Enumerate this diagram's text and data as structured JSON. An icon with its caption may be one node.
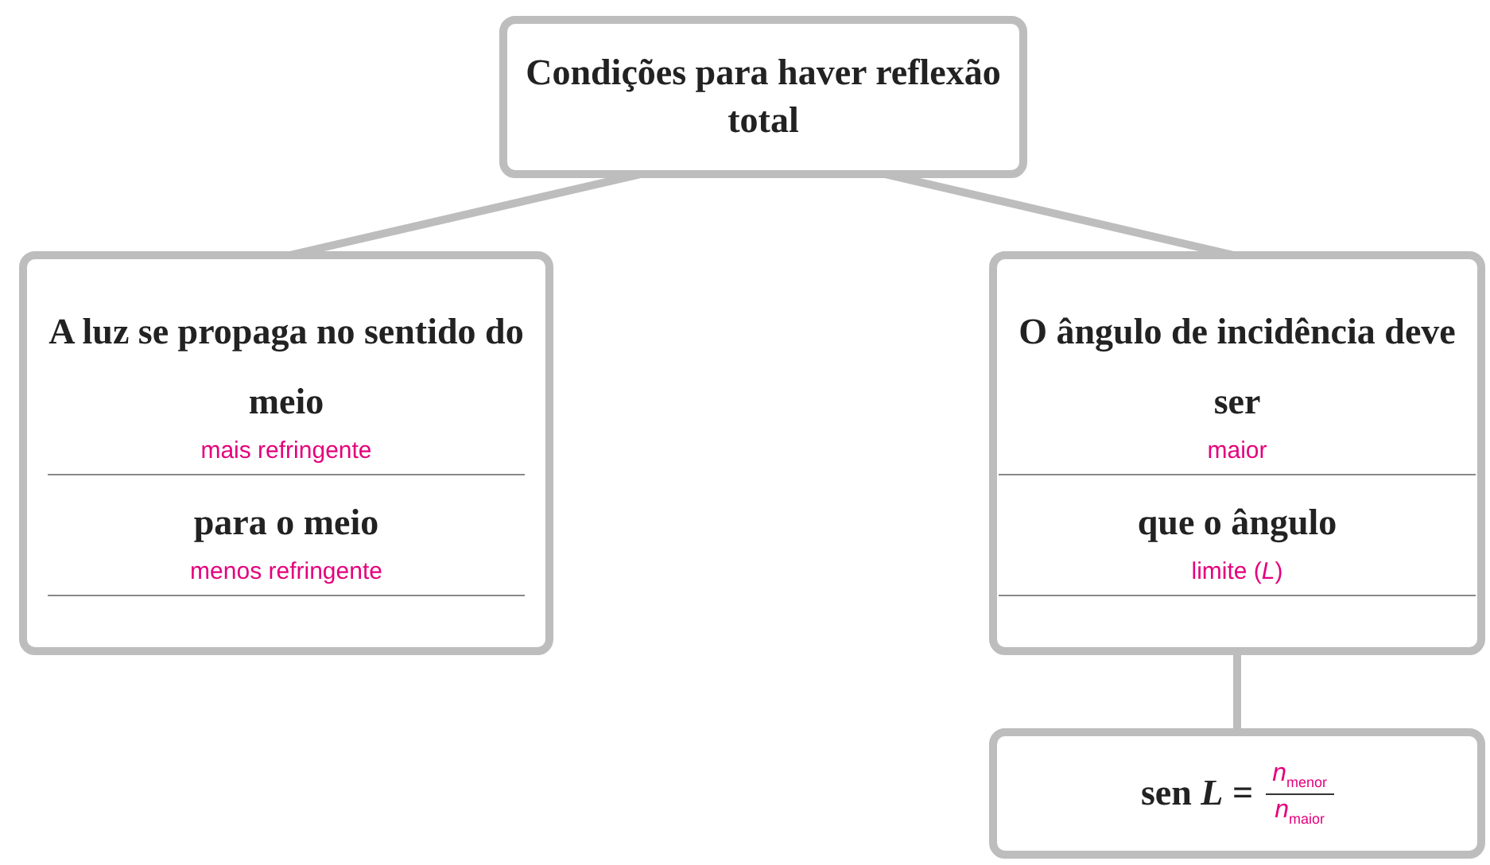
{
  "diagram": {
    "nodes": [
      {
        "text": [
          "Condições para haver reflexão total"
        ]
      },
      {
        "text": [
          "A luz se propaga no sentido do meio",
          "mais refringente",
          "para o meio",
          "menos refringente"
        ]
      },
      {
        "text": [
          "O ângulo de incidência deve ser",
          "maior",
          "que o ângulo",
          "limite (*L*)"
        ]
      },
      {
        "text": [
          "sen *L* =",
          "*n*$_{menor}$",
          "*n*$_{maior}$"
        ]
      }
    ],
    "edges": [
      {
        "from": 0,
        "to": 1,
        "arrow": "none"
      },
      {
        "from": 0,
        "to": 2,
        "arrow": "none"
      },
      {
        "from": 2,
        "to": 3,
        "arrow": "none"
      }
    ]
  }
}
